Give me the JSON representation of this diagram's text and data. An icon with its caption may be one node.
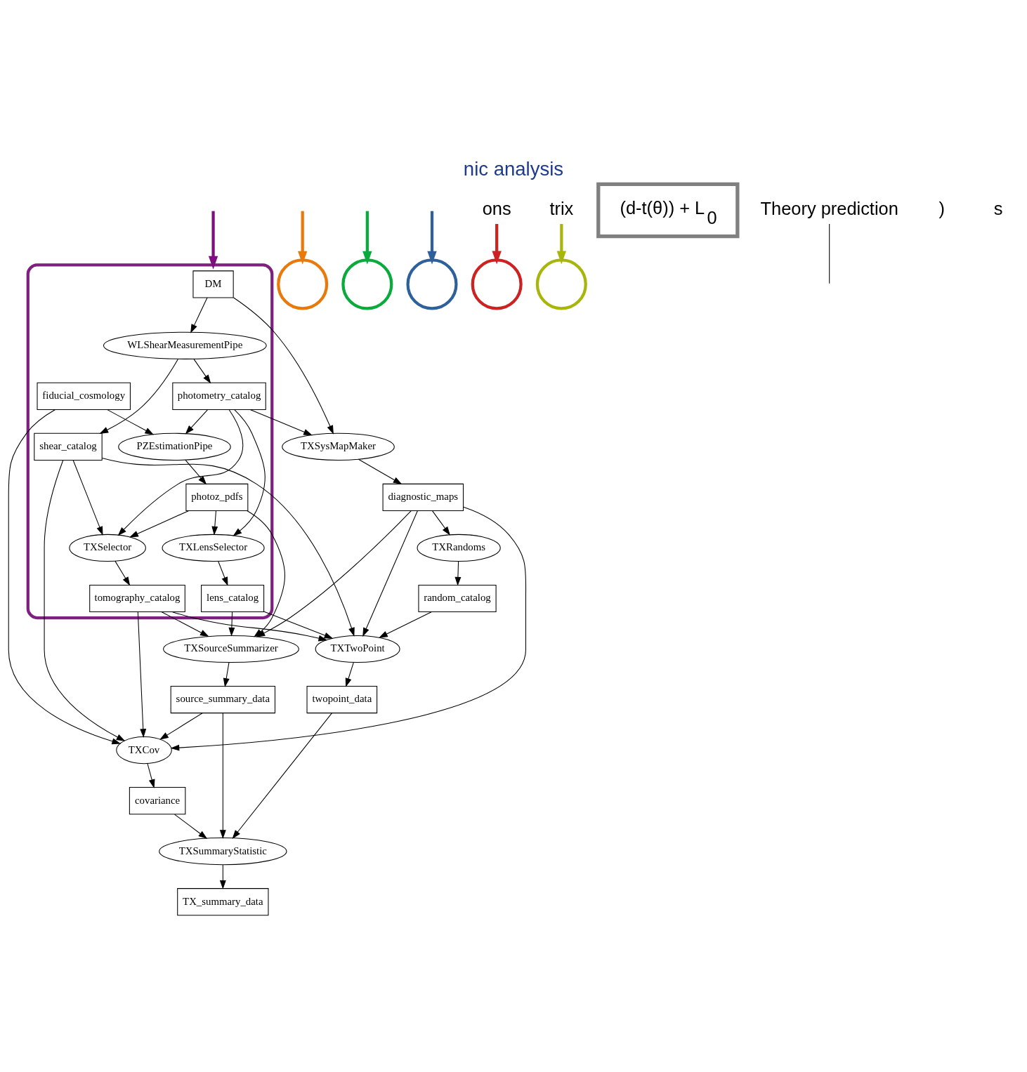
{
  "diagram": {
    "title": "nic analysis",
    "nodes": [
      {
        "text": [],
        "shape": "outline"
      },
      {
        "text": [
          "DM"
        ],
        "in": 0
      },
      {
        "text": [
          "WLShearMeasurementPipe"
        ],
        "in": 0
      },
      {
        "text": [
          "photometry_catalog"
        ],
        "in": 0
      },
      {
        "text": [
          "fiducial_cosmology"
        ],
        "in": 0
      },
      {
        "text": [],
        "shape": "circle"
      },
      {
        "text": [
          "TXSysMapMaker"
        ]
      },
      {
        "text": [
          "diagnostic_maps"
        ]
      },
      {
        "text": [
          "shear_catalog"
        ],
        "in": 0
      },
      {
        "text": [],
        "shape": "circle"
      },
      {
        "text": [
          "PZEstimationPipe"
        ],
        "in": 0
      },
      {
        "text": [
          "photoz_pdfs"
        ],
        "in": 0
      },
      {
        "text": [],
        "shape": "circle"
      },
      {
        "text": [
          "TXRandoms"
        ]
      },
      {
        "text": [
          "TXSelector"
        ],
        "in": 0
      },
      {
        "text": [
          "TXLensSelector"
        ],
        "in": 0
      },
      {
        "text": [
          "random_catalog"
        ]
      },
      {
        "text": [
          "tomography_catalog"
        ],
        "in": 0
      },
      {
        "text": [
          "lens_catalog"
        ],
        "in": 0
      },
      {
        "text": [
          "TXTwoPoint"
        ]
      },
      {
        "text": [],
        "shape": "circle"
      },
      {
        "text": [
          "TXSourceSummarizer"
        ]
      },
      {
        "text": [
          "source_summary_data"
        ]
      },
      {
        "text": [
          "twopoint_data"
        ]
      },
      {
        "text": [],
        "shape": "circle"
      },
      {
        "text": [
          "TXCov"
        ]
      },
      {
        "text": [
          "covariance"
        ]
      },
      {
        "text": [
          "TXSummaryStatistic"
        ]
      },
      {
        "text": [
          "TX_summary_data"
        ]
      },
      {
        "text": [
          "ons"
        ]
      },
      {
        "text": [
          "trix"
        ]
      },
      {
        "text": [
          "(d-t(θ)) + L$_{0}$"
        ]
      },
      {
        "text": [
          "Theory prediction"
        ]
      }
    ],
    "edges": [
      {
        "from": null,
        "to": 9,
        "arrow": "to",
        "style": "thick",
        "color": "#0aaa3c"
      },
      {
        "from": null,
        "to": 0,
        "arrow": "to",
        "style": "thick",
        "color": "#7f0f80"
      },
      {
        "from": null,
        "to": 5,
        "arrow": "to",
        "style": "thick",
        "color": "#e8790a"
      },
      {
        "from": null,
        "to": 12,
        "arrow": "to",
        "style": "thick",
        "color": "#2e619c"
      },
      {
        "from": 29,
        "to": 20,
        "arrow": "to",
        "style": "thick",
        "color": "#cc2222"
      },
      {
        "from": 30,
        "to": 24,
        "arrow": "to",
        "style": "thick",
        "color": "#a8b50a"
      },
      {
        "from": 32,
        "to": null,
        "arrow": "none"
      },
      {
        "from": 1,
        "to": 2,
        "arrow": "to"
      },
      {
        "from": 1,
        "to": 6,
        "arrow": "to"
      },
      {
        "from": 2,
        "to": 3,
        "arrow": "to"
      },
      {
        "from": 2,
        "to": 8,
        "arrow": "to"
      },
      {
        "from": 3,
        "to": 6,
        "arrow": "to"
      },
      {
        "from": 3,
        "to": 10,
        "arrow": "to"
      },
      {
        "from": 3,
        "to": 14,
        "arrow": "to"
      },
      {
        "from": 3,
        "to": 15,
        "arrow": "to"
      },
      {
        "from": 4,
        "to": 10,
        "arrow": "to"
      },
      {
        "from": 4,
        "to": 25,
        "arrow": "to"
      },
      {
        "from": 6,
        "to": 7,
        "arrow": "to"
      },
      {
        "from": 10,
        "to": 11,
        "arrow": "to"
      },
      {
        "from": 7,
        "to": 13,
        "arrow": "to"
      },
      {
        "from": 7,
        "to": 19,
        "arrow": "to"
      },
      {
        "from": 7,
        "to": 25,
        "arrow": "to"
      },
      {
        "from": 7,
        "to": 21,
        "arrow": "to"
      },
      {
        "from": 8,
        "to": 14,
        "arrow": "to"
      },
      {
        "from": 8,
        "to": 19,
        "arrow": "to"
      },
      {
        "from": 8,
        "to": 25,
        "arrow": "to"
      },
      {
        "from": 11,
        "to": 14,
        "arrow": "to"
      },
      {
        "from": 11,
        "to": 15,
        "arrow": "to"
      },
      {
        "from": 11,
        "to": 21,
        "arrow": "to"
      },
      {
        "from": 13,
        "to": 16,
        "arrow": "to"
      },
      {
        "from": 16,
        "to": 19,
        "arrow": "to"
      },
      {
        "from": 14,
        "to": 17,
        "arrow": "to"
      },
      {
        "from": 15,
        "to": 18,
        "arrow": "to"
      },
      {
        "from": 17,
        "to": 19,
        "arrow": "to"
      },
      {
        "from": 17,
        "to": 21,
        "arrow": "to"
      },
      {
        "from": 17,
        "to": 25,
        "arrow": "to"
      },
      {
        "from": 18,
        "to": 19,
        "arrow": "to"
      },
      {
        "from": 18,
        "to": 21,
        "arrow": "to"
      },
      {
        "from": 21,
        "to": 22,
        "arrow": "to"
      },
      {
        "from": 22,
        "to": 25,
        "arrow": "to"
      },
      {
        "from": 22,
        "to": 27,
        "arrow": "to"
      },
      {
        "from": 19,
        "to": 23,
        "arrow": "to"
      },
      {
        "from": 23,
        "to": 27,
        "arrow": "to"
      },
      {
        "from": 25,
        "to": 26,
        "arrow": "to"
      },
      {
        "from": 26,
        "to": 27,
        "arrow": "to"
      },
      {
        "from": 27,
        "to": 28,
        "arrow": "to"
      }
    ],
    "labels": [
      ")",
      "s"
    ]
  }
}
